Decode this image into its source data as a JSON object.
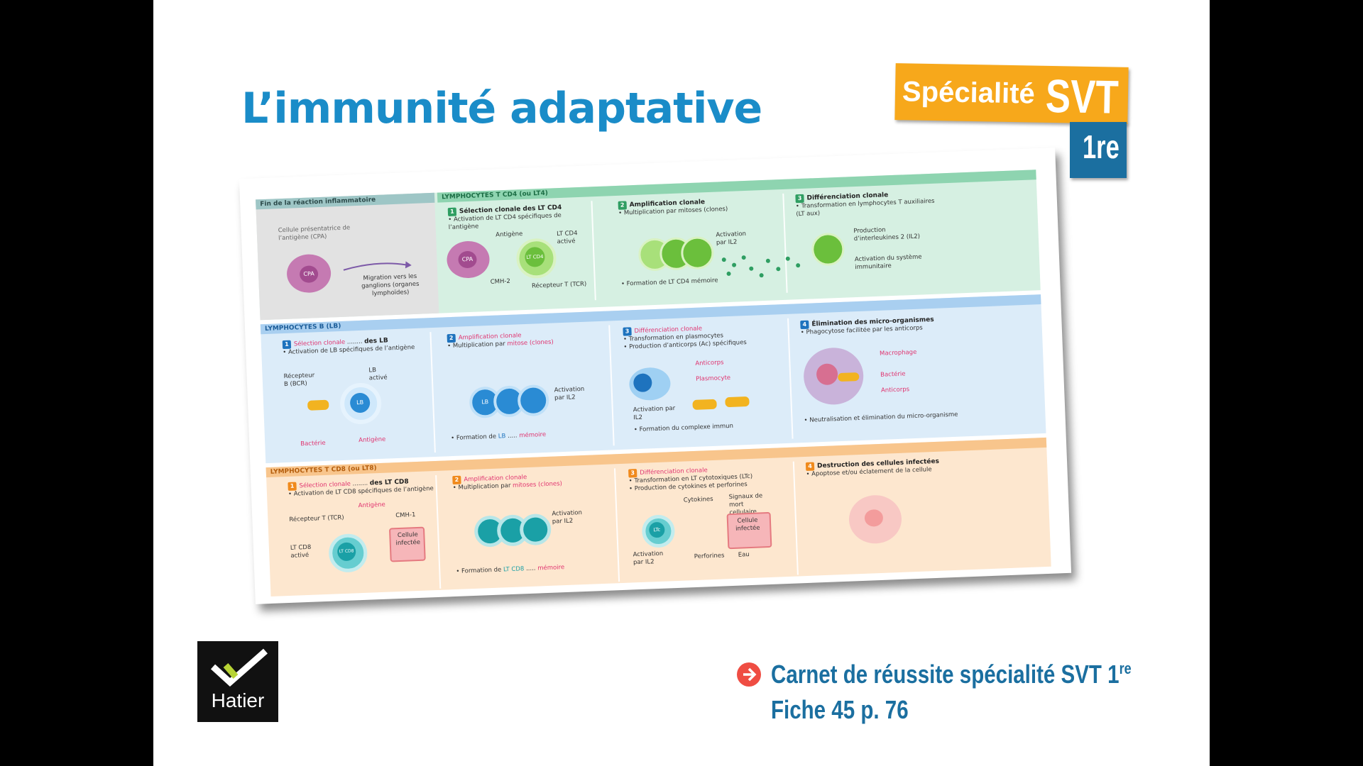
{
  "slide": {
    "title": "L’immunité adaptative"
  },
  "badge": {
    "specialite": "Spécialité",
    "svt": "SVT",
    "level": "1re"
  },
  "poster": {
    "inflam": {
      "header": "Fin de la réaction inflammatoire",
      "cpa_label": "Cellule présentatrice de l’antigène (CPA)",
      "cpa": "CPA",
      "migration": "Migration vers les ganglions (organes lymphoïdes)"
    },
    "t4": {
      "header": "LYMPHOCYTES T CD4 (ou LT4)",
      "s1_num": "1",
      "s1_title": "Sélection clonale des LT CD4",
      "s1_text": "• Activation de LT CD4 spécifiques de l’antigène",
      "s1_antigene": "Antigène",
      "s1_cmh": "CMH-2",
      "s1_lt": "LT CD4 activé",
      "s1_tcr": "Récepteur T (TCR)",
      "s1_cpa": "CPA",
      "s1_cell": "LT CD4",
      "s2_num": "2",
      "s2_title": "Amplification clonale",
      "s2_text": "• Multiplication par mitoses (clones)",
      "s2_activation": "Activation par IL2",
      "s2_memoire": "• Formation de LT CD4 mémoire",
      "s3_num": "3",
      "s3_title": "Différenciation clonale",
      "s3_text": "• Transformation en lymphocytes T auxiliaires (LT aux)",
      "s3_prod": "Production d’interleukines 2 (IL2)",
      "s3_activation": "Activation du système immunitaire"
    },
    "b": {
      "header": "LYMPHOCYTES B (LB)",
      "s1_num": "1",
      "s1_title": "Sélection clonale",
      "s1_suffix": "des LB",
      "s1_text": "• Activation de LB spécifiques de l’antigène",
      "s1_bcr": "Récepteur B (BCR)",
      "s1_lb": "LB activé",
      "s1_bacterie": "Bactérie",
      "s1_antigene": "Antigène",
      "s1_cell": "LB",
      "s2_num": "2",
      "s2_title": "Amplification clonale",
      "s2_text": "• Multiplication par",
      "s2_mitose": "mitose (clones)",
      "s2_activation": "Activation par IL2",
      "s2_memoire_pre": "• Formation de",
      "s2_memoire_lb": "LB",
      "s2_memoire": "mémoire",
      "s3_num": "3",
      "s3_title": "Différenciation clonale",
      "s3_text1": "• Transformation en plasmocytes",
      "s3_text2": "• Production d’anticorps (Ac) spécifiques",
      "s3_anticorps": "Anticorps",
      "s3_plasmocyte": "Plasmocyte",
      "s3_activation": "Activation par IL2",
      "s3_complexe": "• Formation du complexe immun",
      "s4_num": "4",
      "s4_title": "Élimination des micro-organismes",
      "s4_text": "• Phagocytose facilitée par les anticorps",
      "s4_macrophage": "Macrophage",
      "s4_bacterie": "Bactérie",
      "s4_anticorps": "Anticorps",
      "s4_neutral": "• Neutralisation et élimination du micro-organisme"
    },
    "t8": {
      "header": "LYMPHOCYTES T CD8 (ou LT8)",
      "s1_num": "1",
      "s1_title": "Sélection clonale",
      "s1_suffix": "des LT CD8",
      "s1_text": "• Activation de LT CD8 spécifiques de l’antigène",
      "s1_antigene": "Antigène",
      "s1_tcr": "Récepteur T (TCR)",
      "s1_cmh": "CMH-1",
      "s1_lt": "LT CD8 activé",
      "s1_infectee": "Cellule infectée",
      "s1_cell": "LT CD8",
      "s2_num": "2",
      "s2_title": "Amplification clonale",
      "s2_text": "• Multiplication par",
      "s2_mitoses": "mitoses (clones)",
      "s2_activation": "Activation par IL2",
      "s2_memoire_pre": "• Formation de",
      "s2_memoire_lt": "LT CD8",
      "s2_memoire": "mémoire",
      "s3_num": "3",
      "s3_title": "Différenciation clonale",
      "s3_text1": "• Transformation en LT cytotoxiques (LTc)",
      "s3_text2": "• Production de cytokines et perforines",
      "s3_cytokines": "Cytokines",
      "s3_signaux": "Signaux de mort cellulaire",
      "s3_infectee": "Cellule infectée",
      "s3_perforines": "Perforines",
      "s3_eau": "Eau",
      "s3_activation": "Activation par IL2",
      "s3_cell": "LTc",
      "s4_num": "4",
      "s4_title": "Destruction des cellules infectées",
      "s4_text": "• Apoptose et/ou éclatement de la cellule"
    }
  },
  "footer": {
    "logo": "Hatier",
    "ref_line1": "Carnet de réussite spécialité SVT 1",
    "ref_sup": "re",
    "ref_line2": "Fiche 45 p. 76"
  }
}
